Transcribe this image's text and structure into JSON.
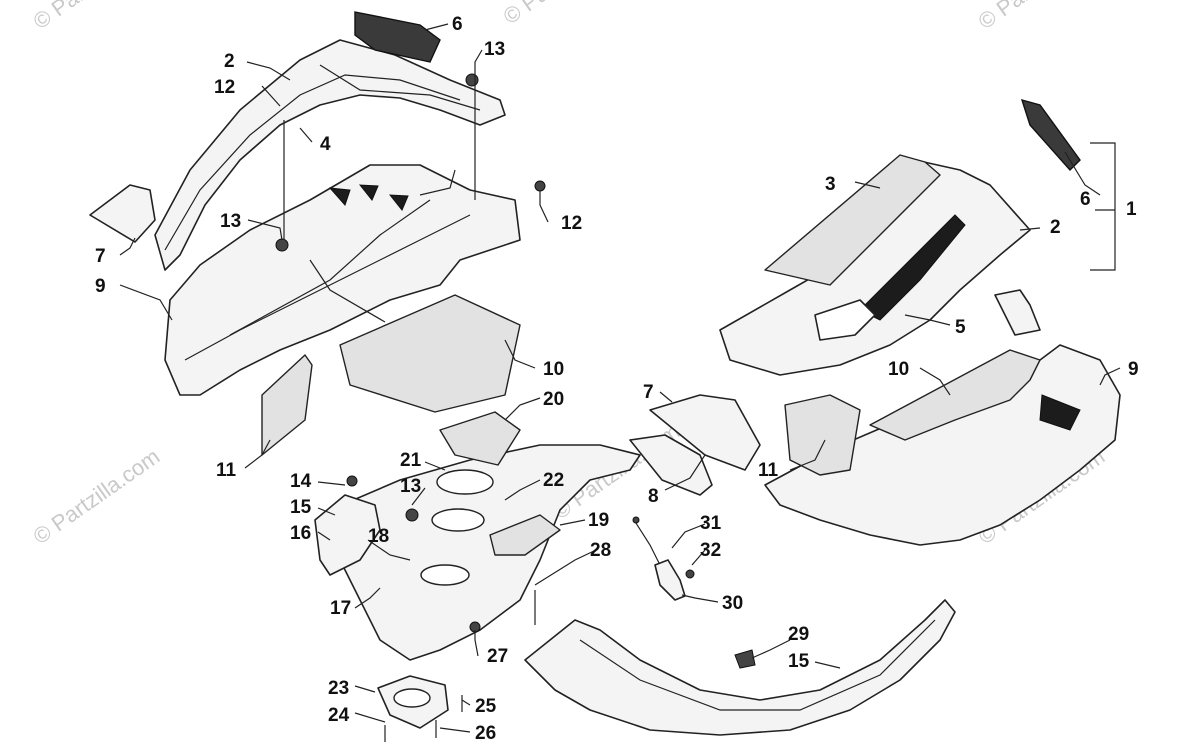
{
  "watermarks": [
    "© Partzilla.com",
    "© Partzilla.com",
    "© Partzilla.com",
    "© Partzilla.com",
    "© Partzilla.com",
    "© Partzilla.com"
  ],
  "callouts": {
    "c1": "1",
    "c2a": "2",
    "c2b": "2",
    "c3": "3",
    "c4": "4",
    "c5": "5",
    "c6a": "6",
    "c6b": "6",
    "c7a": "7",
    "c7b": "7",
    "c8": "8",
    "c9a": "9",
    "c9b": "9",
    "c10a": "10",
    "c10b": "10",
    "c11a": "11",
    "c11b": "11",
    "c12a": "12",
    "c12b": "12",
    "c13a": "13",
    "c13b": "13",
    "c13c": "13",
    "c14": "14",
    "c15a": "15",
    "c15b": "15",
    "c16": "16",
    "c17": "17",
    "c18": "18",
    "c19": "19",
    "c20": "20",
    "c21": "21",
    "c22": "22",
    "c23": "23",
    "c24": "24",
    "c25": "25",
    "c26": "26",
    "c27": "27",
    "c28": "28",
    "c29": "29",
    "c30": "30",
    "c31": "31",
    "c32": "32"
  }
}
